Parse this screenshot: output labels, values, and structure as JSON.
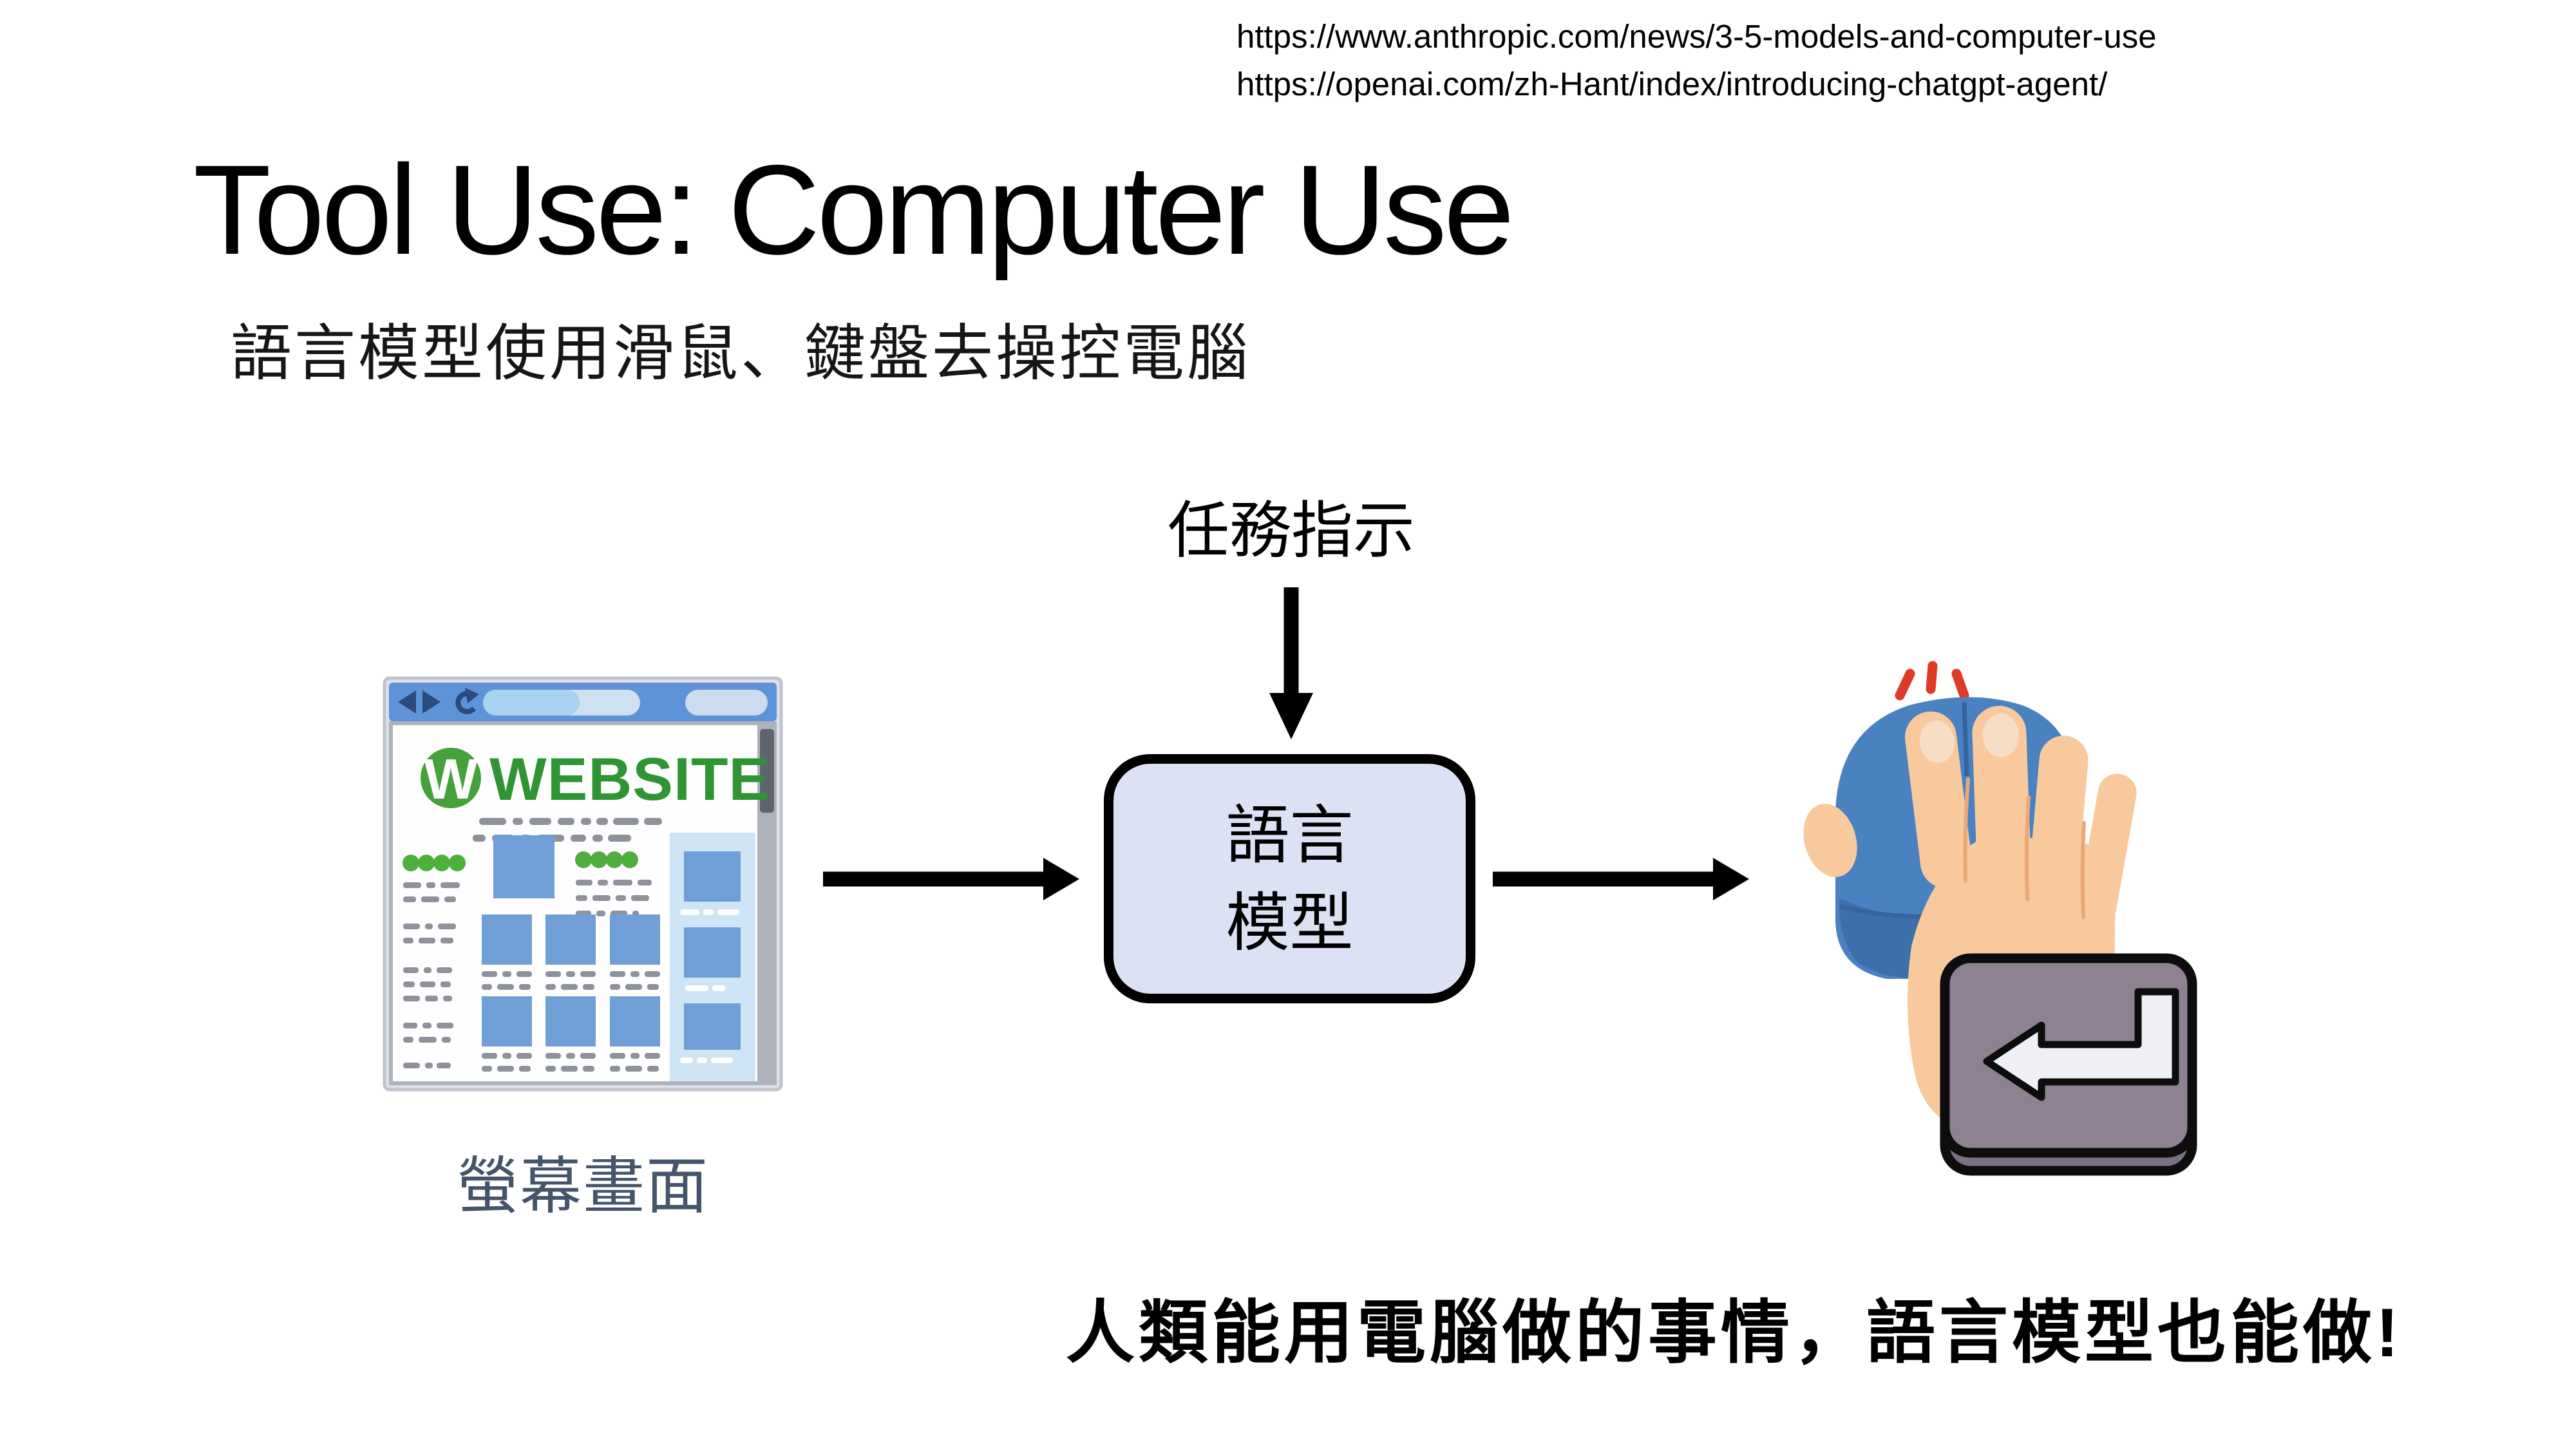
{
  "slide": {
    "references": [
      "https://www.anthropic.com/news/3-5-models-and-computer-use",
      "https://openai.com/zh-Hant/index/introducing-chatgpt-agent/"
    ],
    "title": "Tool Use: Computer Use",
    "subtitle": "語言模型使用滑鼠、鍵盤去操控電腦",
    "conclusion": "人類能用電腦做的事情，語言模型也能做!"
  },
  "diagram": {
    "task_label": "任務指示",
    "model_box": {
      "line1": "語言",
      "line2": "模型"
    },
    "screen_caption": "螢幕畫面",
    "website": {
      "badge_letter": "W",
      "logo_text": "WEBSITE"
    }
  },
  "colors": {
    "model_box_fill": "#dce1f4",
    "caption_text": "#44546a",
    "website_green": "#2f9433",
    "browser_bar_blue": "#5f93d8",
    "content_square_blue": "#6f9fd6",
    "mouse_blue": "#4a82c1",
    "hand_skin": "#f9c99e",
    "click_marks_red": "#dd3a28",
    "enter_key_gray": "#8e8192",
    "arrow_black": "#000000"
  }
}
